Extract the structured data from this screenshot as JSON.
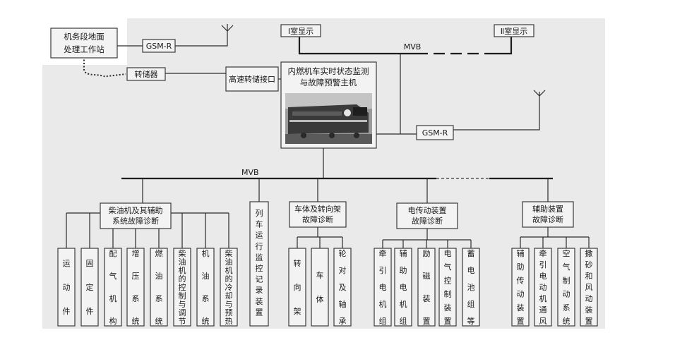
{
  "workstation": [
    "机务段地面",
    "处理工作站"
  ],
  "gsm_top": "GSM-R",
  "transfer": "转储器",
  "high_speed_interface": "高速转储接口",
  "host": [
    "内燃机车实时状态监测",
    "与故障预警主机"
  ],
  "display1": "Ⅰ室显示",
  "display2": "Ⅱ室显示",
  "mvb_top": "MVB",
  "gsm_right": "GSM-R",
  "mvb_bottom": "MVB",
  "groups": {
    "diesel": [
      "柴油机及其辅助",
      "系统故障诊断"
    ],
    "recorder": "列车运行监控记录装置",
    "body": [
      "车体及转向架",
      "故障诊断"
    ],
    "electric": [
      "电传动装置",
      "故障诊断"
    ],
    "auxiliary": [
      "辅助装置",
      "故障诊断"
    ]
  },
  "leaves": {
    "diesel": [
      "运动件",
      "固定件",
      "配气机构",
      "增压系统",
      "燃油系统",
      "柴油机的控制与调节",
      "机油系统",
      "柴油机的冷却与预热"
    ],
    "body": [
      "转向架",
      "车体",
      "轮对及轴承"
    ],
    "electric": [
      "牵引电机组",
      "辅助电机组",
      "励磁装置",
      "电气控制装置",
      "蓄电池组等"
    ],
    "auxiliary": [
      "辅助传动装置",
      "牵引电动机通风",
      "空气制动系统",
      "撒砂和风动装置"
    ]
  },
  "colors": {
    "background": "#eaeaea",
    "box_fill": "#f3f3f3",
    "line": "#2a2a2a"
  }
}
